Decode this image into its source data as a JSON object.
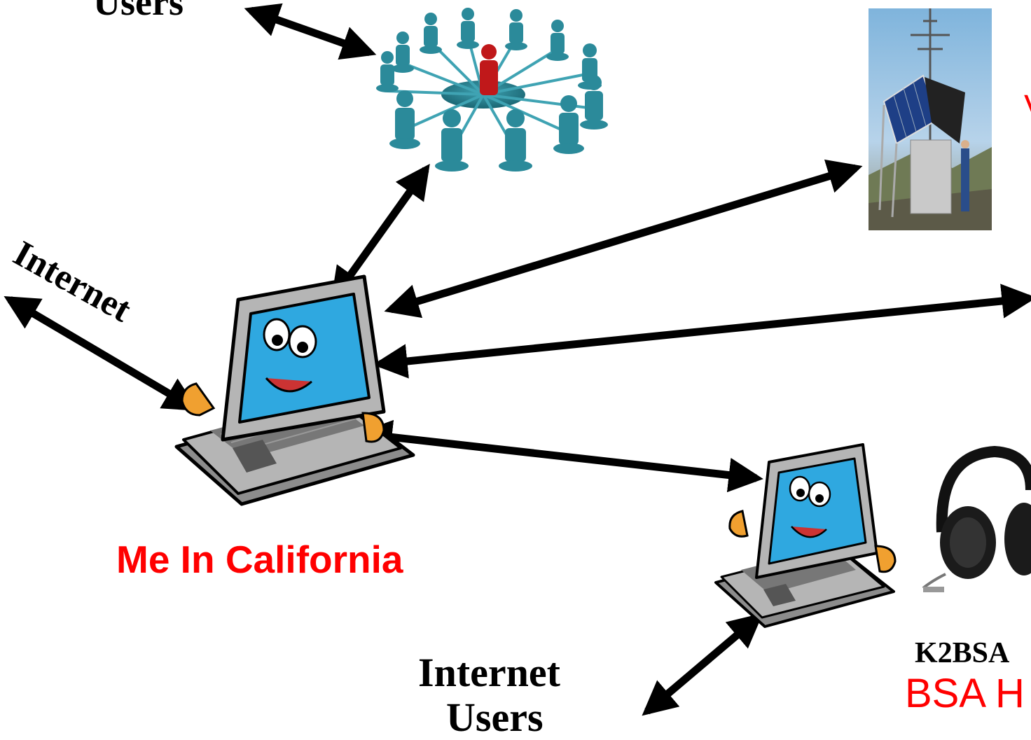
{
  "labels": {
    "users_top": "Users",
    "internet_left": "Internet",
    "me_in_california": "Me In California",
    "internet_bottom": "Internet",
    "users_bottom": "Users",
    "k2bsa": "K2BSA",
    "bsa_h": "BSA H",
    "v_partial": "V"
  },
  "colors": {
    "arrow": "#000000",
    "accent_red": "#ff0000",
    "people_teal": "#2b8a9a",
    "people_leader": "#c0181a",
    "laptop_screen": "#2fa8e0",
    "laptop_body": "#a9a9a9"
  },
  "icons": {
    "group": "people-network-icon",
    "tower": "radio-tower-photo",
    "laptop": "cartoon-laptop-icon",
    "headset": "headset-icon"
  }
}
